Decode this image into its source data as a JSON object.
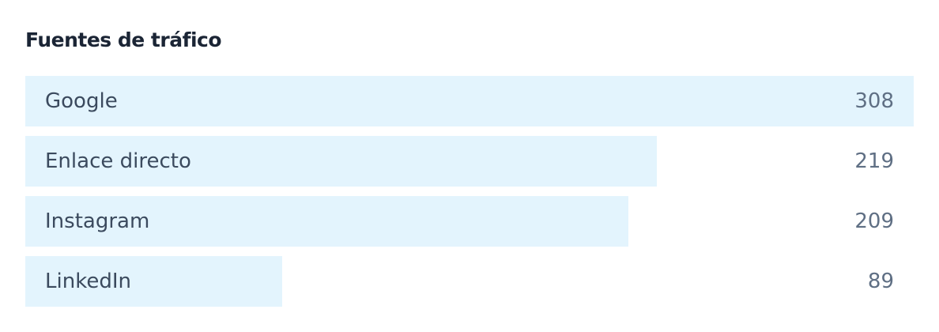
{
  "title": "Fuentes de tráfico",
  "colors": {
    "bar": "#e3f4fd",
    "title": "#1b2535",
    "label": "#3b4a5e",
    "value": "#5f6f84"
  },
  "chart_data": {
    "type": "bar",
    "orientation": "horizontal",
    "title": "Fuentes de tráfico",
    "categories": [
      "Google",
      "Enlace directo",
      "Instagram",
      "LinkedIn"
    ],
    "values": [
      308,
      219,
      209,
      89
    ],
    "xlim": [
      0,
      308
    ],
    "grid": false,
    "legend": "none"
  },
  "rows": [
    {
      "label": "Google",
      "value": "308"
    },
    {
      "label": "Enlace directo",
      "value": "219"
    },
    {
      "label": "Instagram",
      "value": "209"
    },
    {
      "label": "LinkedIn",
      "value": "89"
    }
  ]
}
